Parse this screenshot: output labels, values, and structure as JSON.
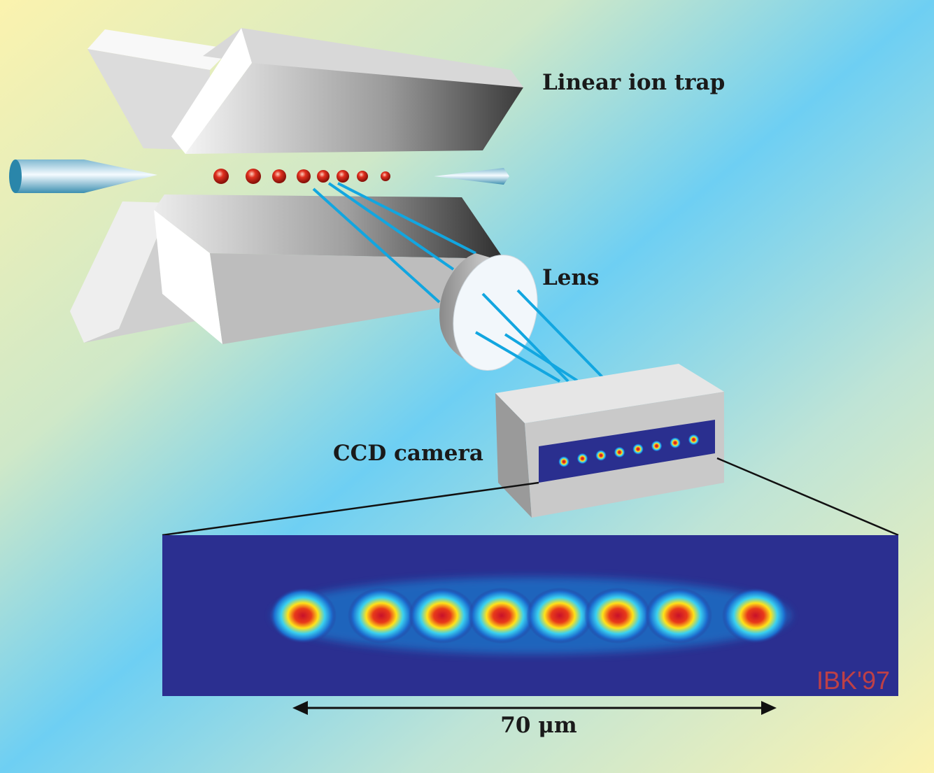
{
  "labels": {
    "trap": "Linear ion trap",
    "lens": "Lens",
    "camera": "CCD camera",
    "scale": "70 μm",
    "watermark": "IBK'97"
  },
  "ions": {
    "count_in_trap": 8,
    "count_in_image": 8
  },
  "colors": {
    "background_yellow": "#faf4b0",
    "background_blue": "#6ecff3",
    "ion_red": "#d42a1e",
    "beam_blue": "#12a6e0",
    "ccd_background": "#2a2f8f"
  }
}
